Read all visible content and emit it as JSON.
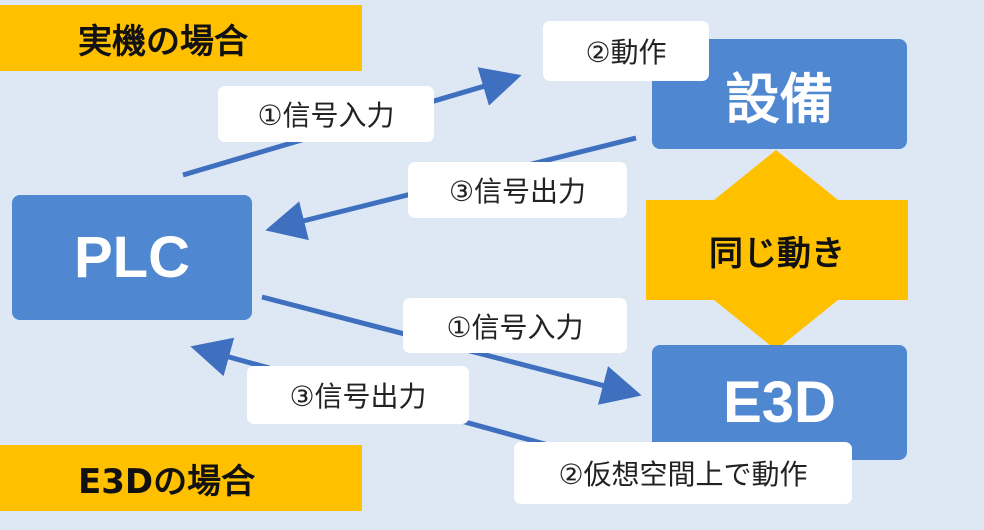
{
  "headers": {
    "real": "実機の場合",
    "e3d": "E3Dの場合"
  },
  "nodes": {
    "plc": "PLC",
    "equipment": "設備",
    "e3d": "E3D"
  },
  "sync": {
    "label": "同じ動き"
  },
  "labels": {
    "real_signal_in": "①信号入力",
    "real_action": "②動作",
    "real_signal_out": "③信号出力",
    "e3d_signal_in": "①信号入力",
    "e3d_signal_out": "③信号出力",
    "e3d_action": "②仮想空間上で動作"
  },
  "colors": {
    "background": "#dde8f4",
    "header": "#ffc000",
    "node": "#4f88d0",
    "arrow": "#3f6fbf",
    "sync_arrow": "#ffc000"
  }
}
